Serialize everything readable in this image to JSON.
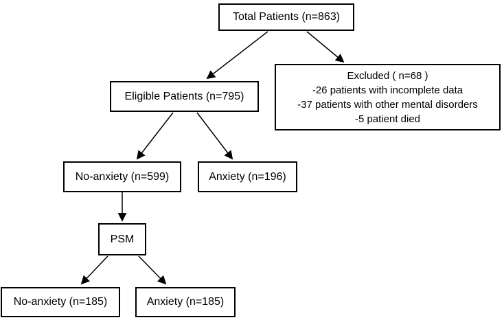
{
  "diagram": {
    "background_color": "#ffffff",
    "border_color": "#000000",
    "text_color": "#000000",
    "nodes": {
      "total_patients": {
        "label": "Total Patients (n=863)"
      },
      "excluded": {
        "title": "Excluded ( n=68 )",
        "items": [
          "-26 patients with incomplete data",
          "-37 patients with other mental disorders",
          "-5 patient died"
        ]
      },
      "eligible_patients": {
        "label": "Eligible Patients (n=795)"
      },
      "no_anxiety": {
        "label": "No-anxiety (n=599)"
      },
      "anxiety": {
        "label": "Anxiety (n=196)"
      },
      "psm": {
        "label": "PSM"
      },
      "no_anxiety_matched": {
        "label": "No-anxiety (n=185)"
      },
      "anxiety_matched": {
        "label": "Anxiety (n=185)"
      }
    },
    "edges": [
      {
        "from": "total_patients",
        "to": "eligible_patients"
      },
      {
        "from": "total_patients",
        "to": "excluded"
      },
      {
        "from": "eligible_patients",
        "to": "no_anxiety"
      },
      {
        "from": "eligible_patients",
        "to": "anxiety"
      },
      {
        "from": "no_anxiety",
        "to": "psm"
      },
      {
        "from": "psm",
        "to": "no_anxiety_matched"
      },
      {
        "from": "psm",
        "to": "anxiety_matched"
      }
    ]
  }
}
